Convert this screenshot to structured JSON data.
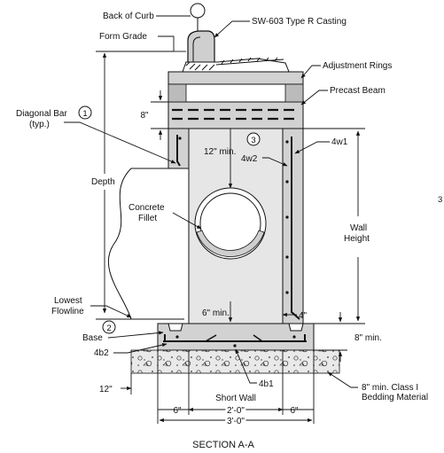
{
  "labels": {
    "back_of_curb": "Back of Curb",
    "casting": "SW-603 Type R Casting",
    "form_grade": "Form Grade",
    "adjustment_rings": "Adjustment Rings",
    "precast_beam": "Precast Beam",
    "diagonal_bar_1": "Diagonal Bar",
    "diagonal_bar_2": "(typ.)",
    "dim_8in": "8\"",
    "depth": "Depth",
    "dim_12in_min": "12\" min.",
    "bar_4w1": "4w1",
    "bar_4w2": "4w2",
    "concrete_fillet_1": "Concrete",
    "concrete_fillet_2": "Fillet",
    "wall_height_1": "Wall",
    "wall_height_2": "Height",
    "lowest_flowline_1": "Lowest",
    "lowest_flowline_2": "Flowline",
    "dim_6in_min": "6\" min.",
    "dim_4in": "4\"",
    "base": "Base",
    "dim_8in_min": "8\" min.",
    "bar_4b2": "4b2",
    "bar_4b1": "4b1",
    "dim_12in": "12\"",
    "short_wall": "Short Wall",
    "dim_6in_left": "6\"",
    "dim_2ft": "2'-0\"",
    "dim_6in_right": "6\"",
    "dim_3ft": "3'-0\"",
    "bedding_1": "8\" min. Class I",
    "bedding_2": "Bedding Material",
    "section_title": "SECTION A-A",
    "edge_mark": "3"
  },
  "callouts": {
    "c1": "1",
    "c2": "2",
    "c3": "3"
  }
}
